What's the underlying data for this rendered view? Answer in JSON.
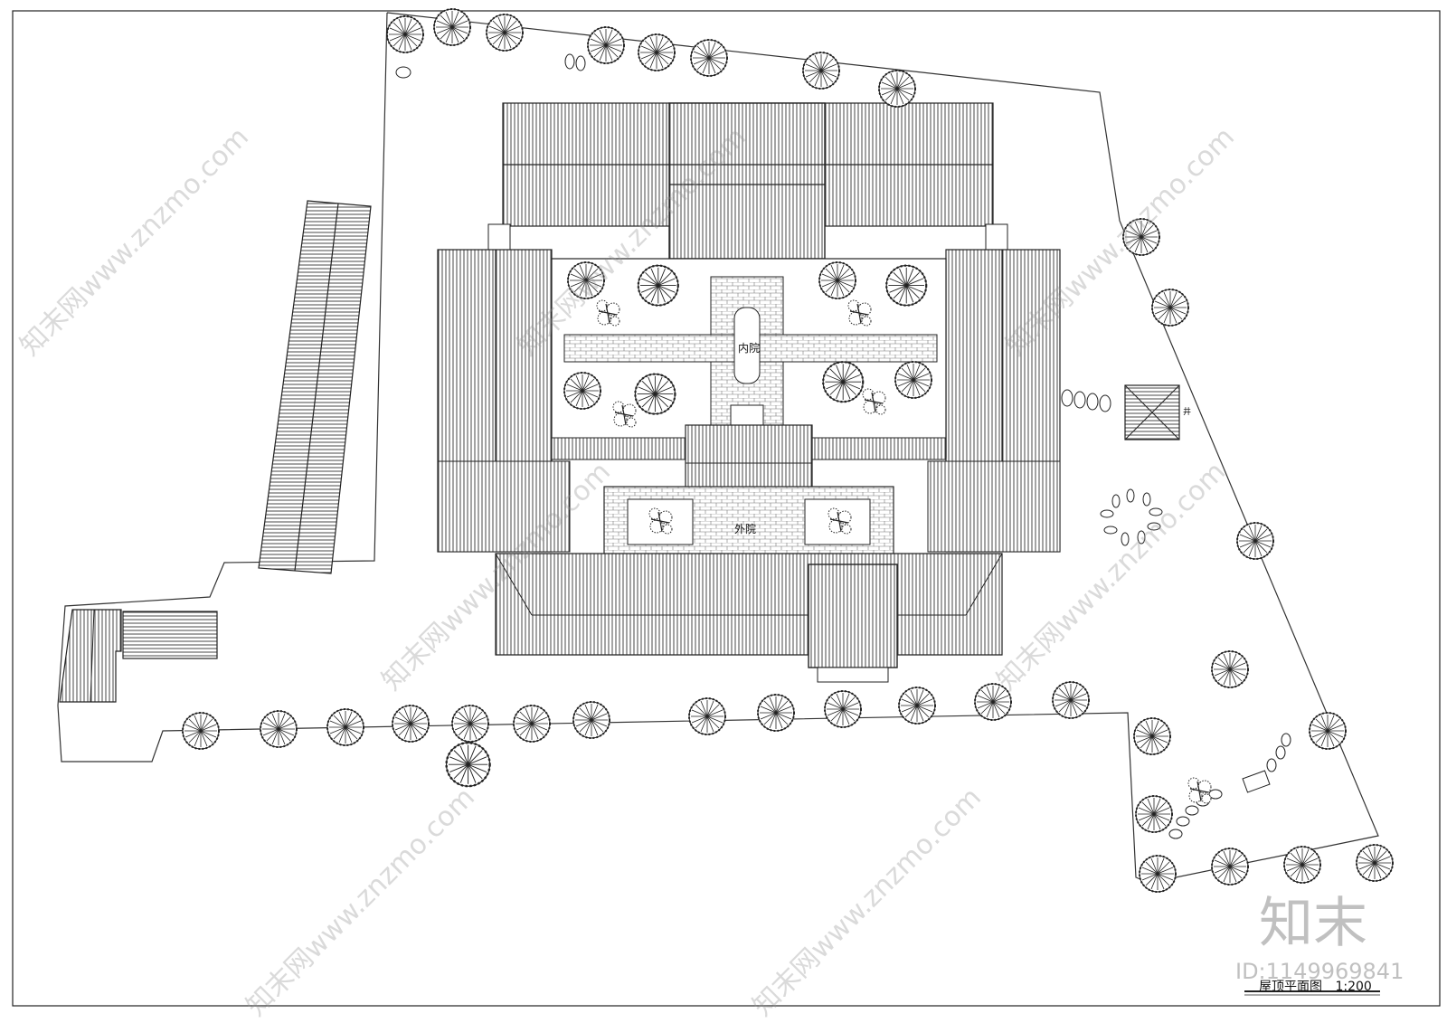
{
  "labels": {
    "inner_court": "内院",
    "outer_court": "外院",
    "drawing_title": "屋顶平面图",
    "scale": "1:200",
    "well_mark": "井"
  },
  "watermark": {
    "site": "知末网www.znzmo.com",
    "brand": "知末",
    "id_text": "ID:1149969841"
  },
  "colors": {
    "line": "#222222",
    "paper": "#ffffff",
    "watermark": "#969696"
  },
  "icons": [
    "tree-icon",
    "shrub-icon",
    "stepping-stone-icon",
    "pavilion-roof-icon"
  ]
}
